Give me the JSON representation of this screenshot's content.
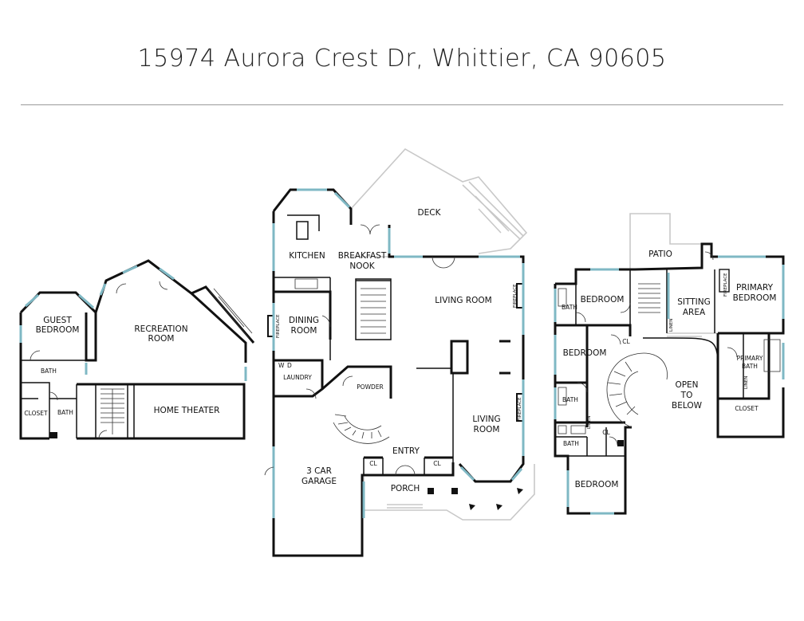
{
  "title": "15974 Aurora Crest Dr, Whittier, CA 90605",
  "rooms": {
    "guest_bedroom": [
      "GUEST",
      "BEDROOM"
    ],
    "recreation_room": [
      "RECREATION",
      "ROOM"
    ],
    "bath_lower_1": "BATH",
    "closet_lower": "CLOSET",
    "bath_lower_2": "BATH",
    "home_theater": "HOME THEATER",
    "kitchen": "KITCHEN",
    "breakfast_nook": [
      "BREAKFAST",
      "NOOK"
    ],
    "deck": "DECK",
    "dining_room": [
      "DINING",
      "ROOM"
    ],
    "fireplace": "FIREPLACE",
    "laundry": "LAUNDRY",
    "washer": "W",
    "dryer": "D",
    "living_room_upper": "LIVING ROOM",
    "powder": "POWDER",
    "living_room_lower": [
      "LIVING",
      "ROOM"
    ],
    "garage": [
      "3 CAR",
      "GARAGE"
    ],
    "entry": "ENTRY",
    "closet_cl": "CL",
    "porch": "PORCH",
    "patio": "PATIO",
    "bath": "BATH",
    "bedroom": "BEDROOM",
    "sitting_area": [
      "SITTING",
      "AREA"
    ],
    "primary_bedroom": [
      "PRIMARY",
      "BEDROOM"
    ],
    "linen": "LINEN",
    "primary_bath": [
      "PRIMARY",
      "BATH"
    ],
    "open_to_below": [
      "OPEN",
      "TO",
      "BELOW"
    ],
    "closet_upper": "CLOSET"
  }
}
